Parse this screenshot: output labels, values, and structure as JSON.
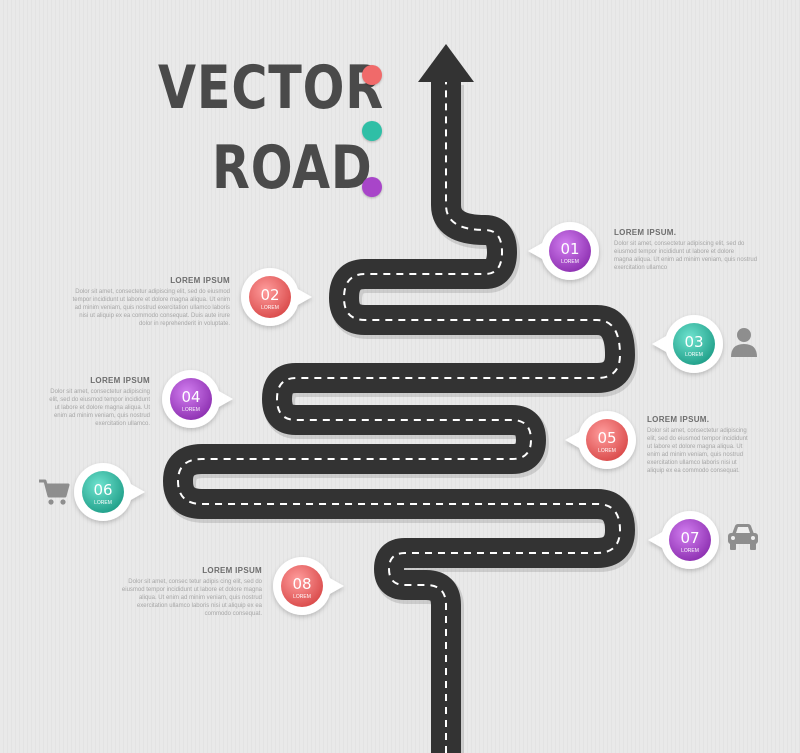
{
  "title": {
    "line1": "VECTOR",
    "line2": "ROAD"
  },
  "dots": [
    "#f06a6a",
    "#2fbfa6",
    "#a845c9"
  ],
  "colors": {
    "red": "#e95f5f",
    "teal": "#2db9a2",
    "purple": "#a340c4",
    "road": "#333333"
  },
  "markers": [
    {
      "num": "01",
      "label": "LOREM",
      "color": "purple"
    },
    {
      "num": "02",
      "label": "LOREM",
      "color": "red"
    },
    {
      "num": "03",
      "label": "LOREM",
      "color": "teal"
    },
    {
      "num": "04",
      "label": "LOREM",
      "color": "purple"
    },
    {
      "num": "05",
      "label": "LOREM",
      "color": "red"
    },
    {
      "num": "06",
      "label": "LOREM",
      "color": "teal"
    },
    {
      "num": "07",
      "label": "LOREM",
      "color": "purple"
    },
    {
      "num": "08",
      "label": "LOREM",
      "color": "red"
    }
  ],
  "texts": [
    {
      "heading": "LOREM IPSUM.",
      "lines": [
        "Dolor sit amet, consectetur adipiscing elit, sed do",
        "eiusmod tempor incididunt ut labore et dolore",
        "magna aliqua. Ut enim ad minim veniam, quis nostrud",
        "exercitation ullamco"
      ]
    },
    {
      "heading": "LOREM IPSUM",
      "lines": [
        "Dolor sit amet, consectetur adipiscing elit, sed do eiusmod",
        "tempor incididunt ut labore et dolore magna aliqua. Ut enim",
        "ad minim veniam, quis nostrud exercitation ullamco laboris",
        "nisi ut aliquip ex ea commodo consequat. Duis aute irure",
        "dolor in reprehenderit in voluptate."
      ]
    },
    {
      "heading": "LOREM IPSUM",
      "lines": [
        "Dolor sit amet, consectetur adipiscing",
        "elit, sed do eiusmod tempor incididunt",
        "ut labore et dolore magna aliqua. Ut",
        "enim ad minim veniam, quis nostrud",
        "exercitation ullamco."
      ]
    },
    {
      "heading": "LOREM IPSUM.",
      "lines": [
        "Dolor sit amet, consectetur adipiscing",
        "elit, sed do eiusmod tempor incididunt",
        "ut labore et dolore magna aliqua. Ut",
        "enim ad minim veniam, quis nostrud",
        "exercitation ullamco laboris nisi ut",
        "aliquip ex ea commodo consequat."
      ]
    },
    {
      "heading": "LOREM IPSUM",
      "lines": [
        "Dolor sit amet, consec tetur adipis cing elit, sed do",
        "eiusmod tempor incididunt ut labore et dolore magna",
        "aliqua. Ut enim ad minim veniam, quis nostrud",
        "exercitation ullamco laboris nisi ut aliquip ex ea",
        "commodo consequat."
      ]
    }
  ],
  "icons": [
    "person-icon",
    "shopping-cart-icon",
    "car-icon"
  ]
}
